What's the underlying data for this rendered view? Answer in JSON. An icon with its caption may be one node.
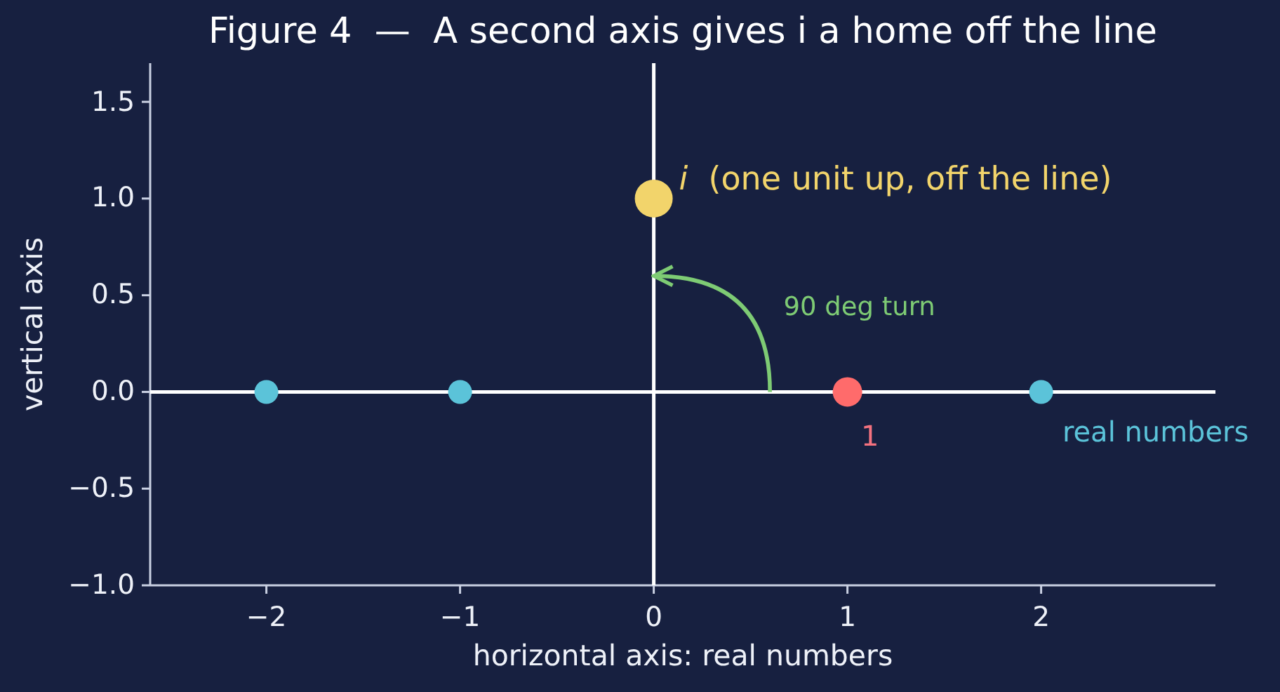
{
  "diagram": {
    "title": "Figure 4  —  A second axis gives i a home off the line",
    "chart_data": {
      "type": "scatter",
      "xlabel": "horizontal axis: real numbers",
      "ylabel": "vertical axis",
      "xlim": [
        -2.6,
        2.9
      ],
      "ylim": [
        -1,
        1.7
      ],
      "xticks": [
        {
          "value": -2,
          "label": "−2"
        },
        {
          "value": -1,
          "label": "−1"
        },
        0,
        1,
        2
      ],
      "yticks": [
        {
          "value": -1,
          "label": "−1.0"
        },
        {
          "value": -0.5,
          "label": "−0.5"
        },
        {
          "value": 0,
          "label": "0.0"
        },
        {
          "value": 0.5,
          "label": "0.5"
        },
        {
          "value": 1,
          "label": "1.0"
        },
        {
          "value": 1.5,
          "label": "1.5"
        }
      ],
      "series": [
        {
          "color": "#5bc3d9",
          "x": [
            -2,
            -1,
            2
          ],
          "values": [
            0,
            0,
            0
          ]
        },
        {
          "color": "#ff6b6b",
          "x": [
            1
          ],
          "values": [
            0
          ]
        },
        {
          "color": "#f2d46b",
          "x": [
            0
          ],
          "values": [
            1
          ]
        }
      ],
      "annotations": [
        "*i*  (one unit up, off the line)",
        "90 deg turn",
        "1",
        "real numbers"
      ]
    }
  }
}
